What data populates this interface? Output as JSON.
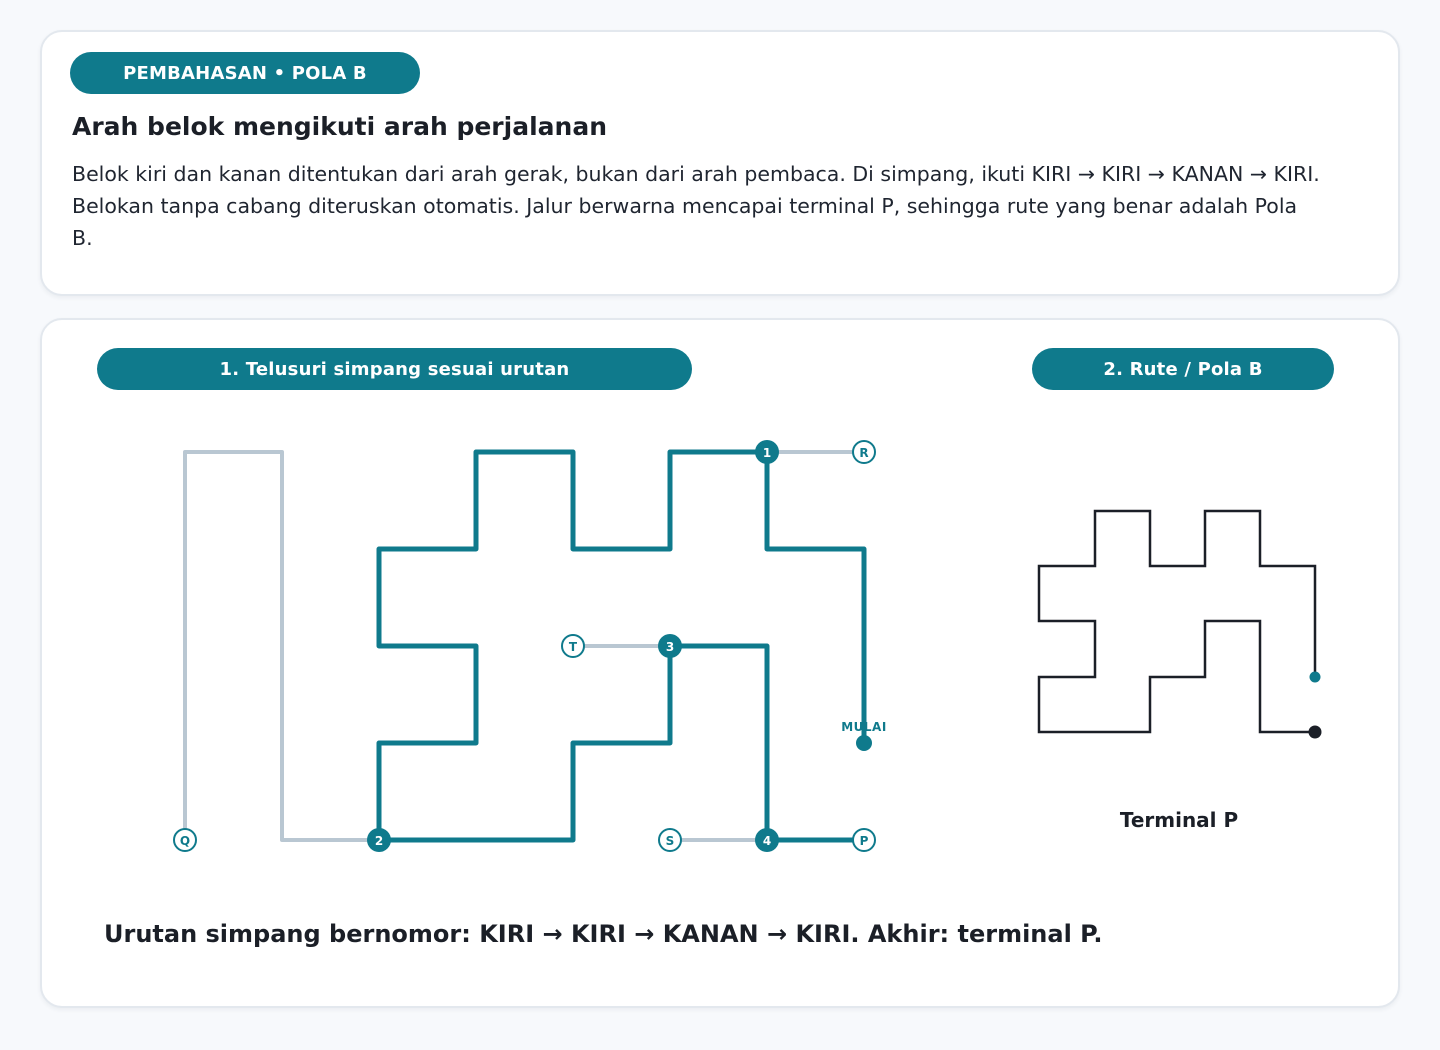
{
  "top_card": {
    "badge": "PEMBAHASAN • POLA B",
    "headline": "Arah belok mengikuti arah perjalanan",
    "description": "Belok kiri dan kanan ditentukan dari arah gerak, bukan dari arah pembaca. Di simpang, ikuti KIRI → KIRI → KANAN → KIRI. Belokan tanpa cabang diteruskan otomatis. Jalur berwarna mencapai terminal P, sehingga rute yang benar adalah Pola B."
  },
  "bottom_card": {
    "step1_label": "1. Telusuri simpang sesuai urutan",
    "step2_label": "2. Rute / Pola B",
    "terminal_label": "Terminal P",
    "summary": "Urutan simpang bernomor: KIRI → KIRI → KANAN → KIRI. Akhir: terminal P."
  },
  "maze": {
    "start_label": "MULAI",
    "junctions": [
      "1",
      "2",
      "3",
      "4"
    ],
    "terminals": [
      "R",
      "T",
      "Q",
      "S",
      "P"
    ]
  },
  "colors": {
    "accent": "#0f7a8c",
    "inactive_path": "#b9c7d2",
    "route_line": "#1b1f27"
  }
}
